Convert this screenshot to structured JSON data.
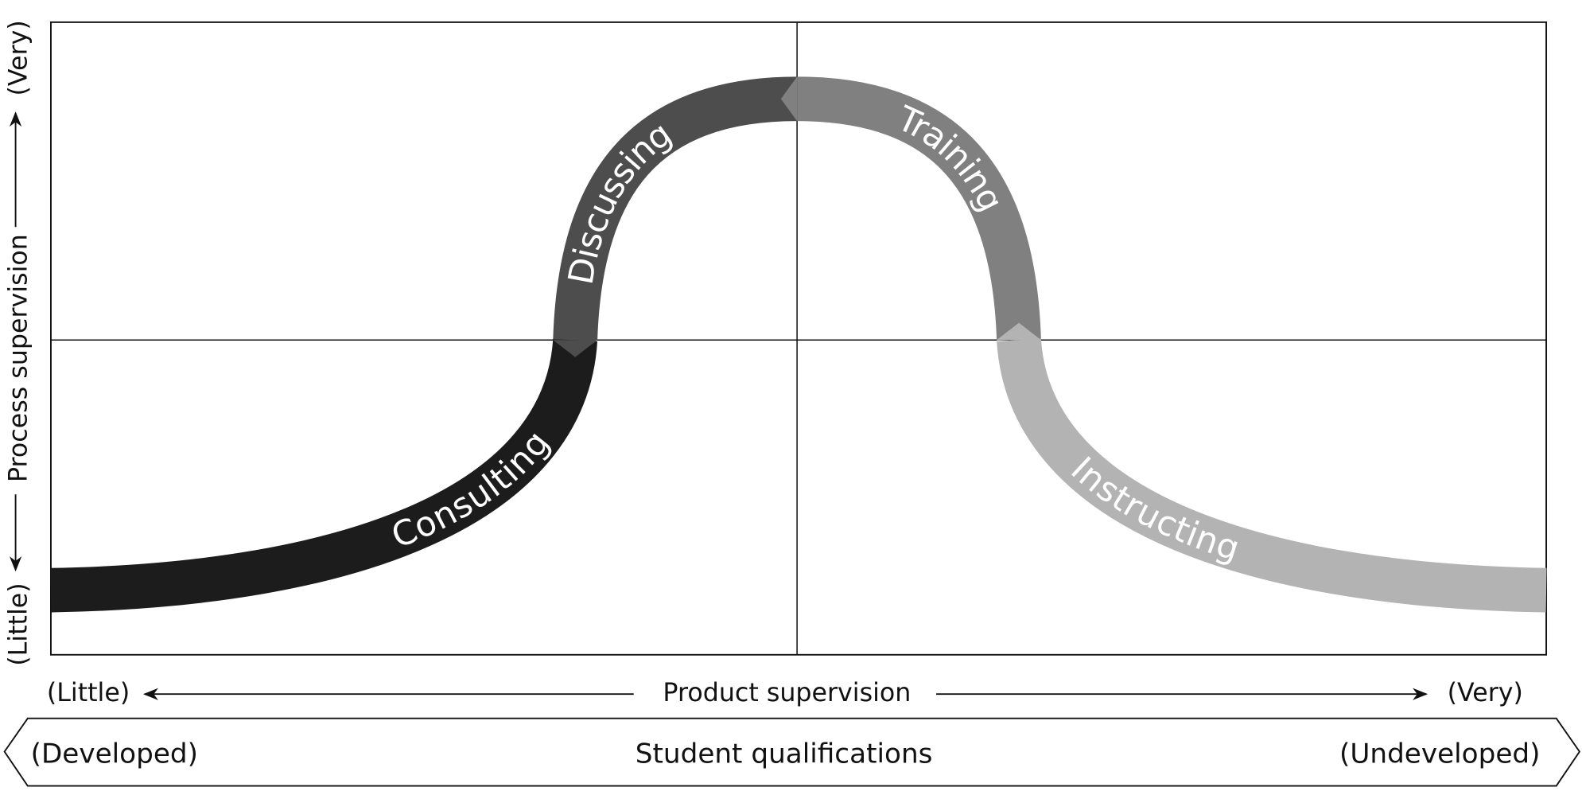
{
  "diagram": {
    "segments": [
      {
        "label": "Consulting",
        "color": "#1c1c1c"
      },
      {
        "label": "Discussing",
        "color": "#4d4d4d"
      },
      {
        "label": "Training",
        "color": "#808080"
      },
      {
        "label": "Instructing",
        "color": "#b3b3b3"
      }
    ],
    "y_axis": {
      "title": "Process supervision",
      "low": "(Little)",
      "high": "(Very)"
    },
    "x_axis": {
      "title": "Product supervision",
      "low": "(Little)",
      "high": "(Very)"
    },
    "banner": {
      "title": "Student qualifications",
      "left": "(Developed)",
      "right": "(Undeveloped)"
    }
  }
}
